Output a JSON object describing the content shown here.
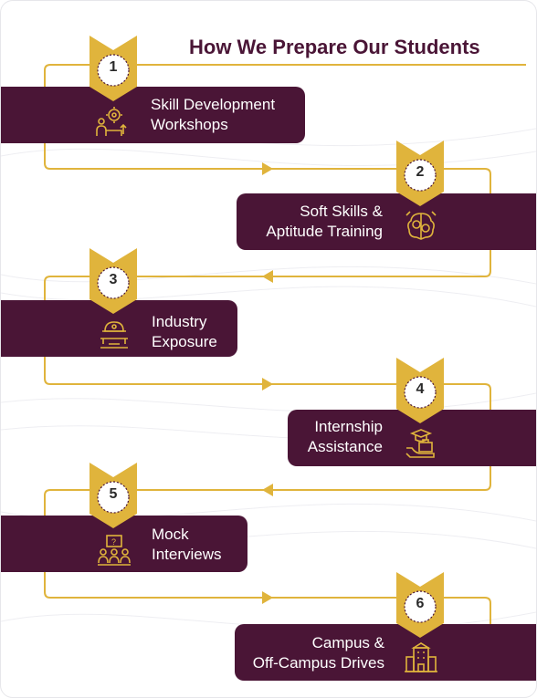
{
  "title": "How We Prepare Our Students",
  "colors": {
    "primary": "#4a1536",
    "accent": "#e0b43c",
    "badge_bg": "#ffffff"
  },
  "steps": [
    {
      "number": "1",
      "lines": [
        "Skill Development",
        "Workshops"
      ],
      "icon": "workshop-gear-icon"
    },
    {
      "number": "2",
      "lines": [
        "Soft Skills &",
        "Aptitude Training"
      ],
      "icon": "brain-gears-icon"
    },
    {
      "number": "3",
      "lines": [
        "Industry",
        "Exposure"
      ],
      "icon": "industry-helmet-icon"
    },
    {
      "number": "4",
      "lines": [
        "Internship",
        "Assistance"
      ],
      "icon": "graduate-hand-icon"
    },
    {
      "number": "5",
      "lines": [
        "Mock",
        "Interviews"
      ],
      "icon": "interview-panel-icon"
    },
    {
      "number": "6",
      "lines": [
        "Campus &",
        "Off-Campus Drives"
      ],
      "icon": "campus-building-icon"
    }
  ]
}
